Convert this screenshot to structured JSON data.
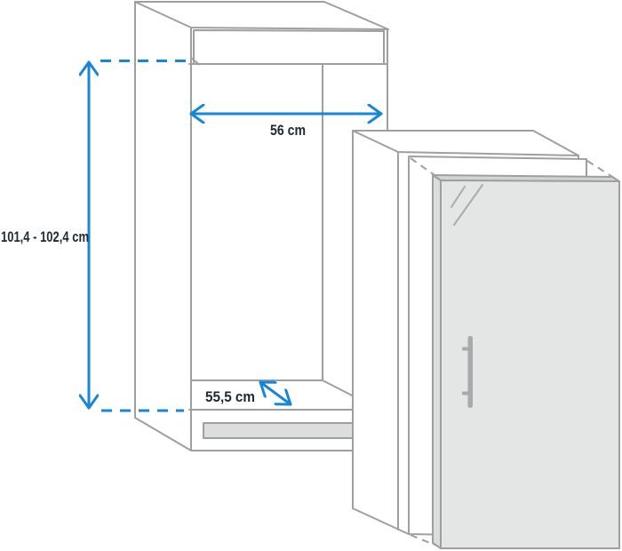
{
  "diagram": {
    "type": "appliance-installation-dimensions-diagram",
    "labels": {
      "height": "101,4 - 102,4 cm",
      "width": "56 cm",
      "depth": "55,5 cm"
    },
    "colors": {
      "dimension_blue": "#1786d8",
      "outline_gray": "#9d9fa1",
      "label_text": "#1d2a35",
      "door_front_fill": "#e4e5e5",
      "door_top_fill": "#d2d4d4",
      "door_side_fill": "#dbdcdc",
      "vent_grille_fill": "#dcdddd",
      "handle_gray": "#a7aaac",
      "shine_gray": "#a9acae",
      "background": "#ffffff"
    }
  }
}
